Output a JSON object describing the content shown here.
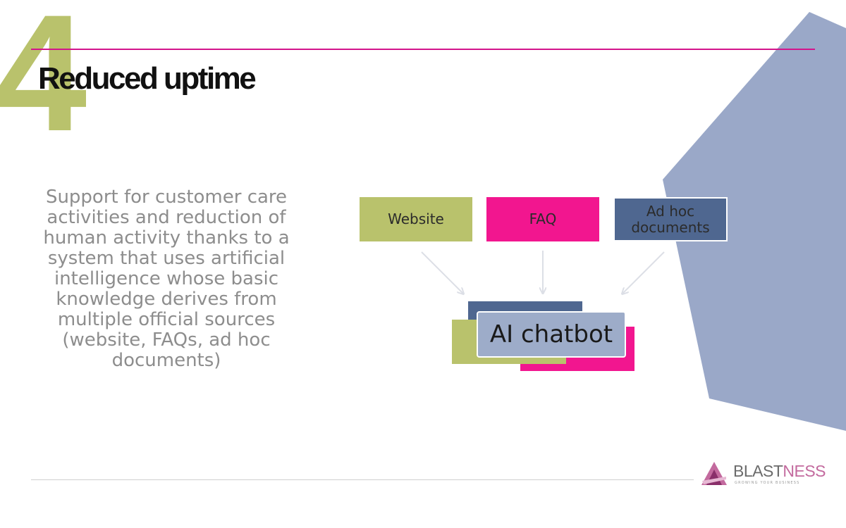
{
  "slide": {
    "number": "4",
    "title": "Reduced uptime",
    "body": "Support for customer care activities and reduction of human activity thanks to a system that uses artificial intelligence whose basic knowledge derives from multiple official sources (website, FAQs, ad hoc documents)"
  },
  "diagram": {
    "sources": [
      {
        "label": "Website",
        "color": "#b9c26c"
      },
      {
        "label": "FAQ",
        "color": "#f2168f"
      },
      {
        "label": "Ad hoc documents",
        "color": "#4f6790"
      }
    ],
    "target": {
      "label": "AI chatbot",
      "color": "#9dacc9"
    }
  },
  "logo": {
    "name_part1": "BLAST",
    "name_part2": "NESS",
    "tagline": "GROWING YOUR BUSINESS"
  },
  "colors": {
    "accent_magenta": "#d3148c",
    "olive": "#b9c26c",
    "navy": "#4f6790",
    "periwinkle": "#9aa8c8"
  }
}
